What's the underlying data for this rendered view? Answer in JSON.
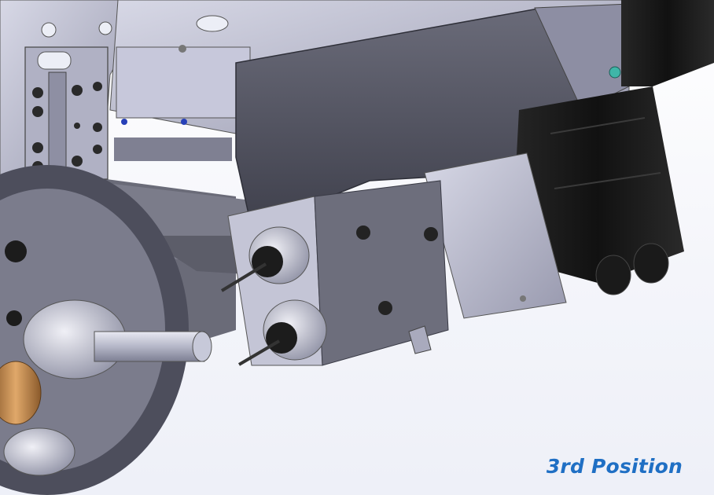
{
  "caption": {
    "text": "3rd Position",
    "color": "#1f6fc4"
  },
  "palette": {
    "background_top": "#ffffff",
    "background_bottom": "#eef0f8",
    "steel_light": "#c9cadb",
    "steel_mid": "#9a9bb0",
    "steel_dark": "#4f505e",
    "motor_black": "#181818",
    "brass": "#c48a4e",
    "accent_blue": "#1f6fc4"
  },
  "components": [
    "spindle-plate",
    "upper-turret-block",
    "tool-holder-cover",
    "servo-motor",
    "motor-connectors",
    "live-tool-block",
    "collet-chuck-upper",
    "collet-chuck-lower",
    "drill-bit-upper",
    "drill-bit-lower",
    "workpiece-bar",
    "fitting"
  ]
}
